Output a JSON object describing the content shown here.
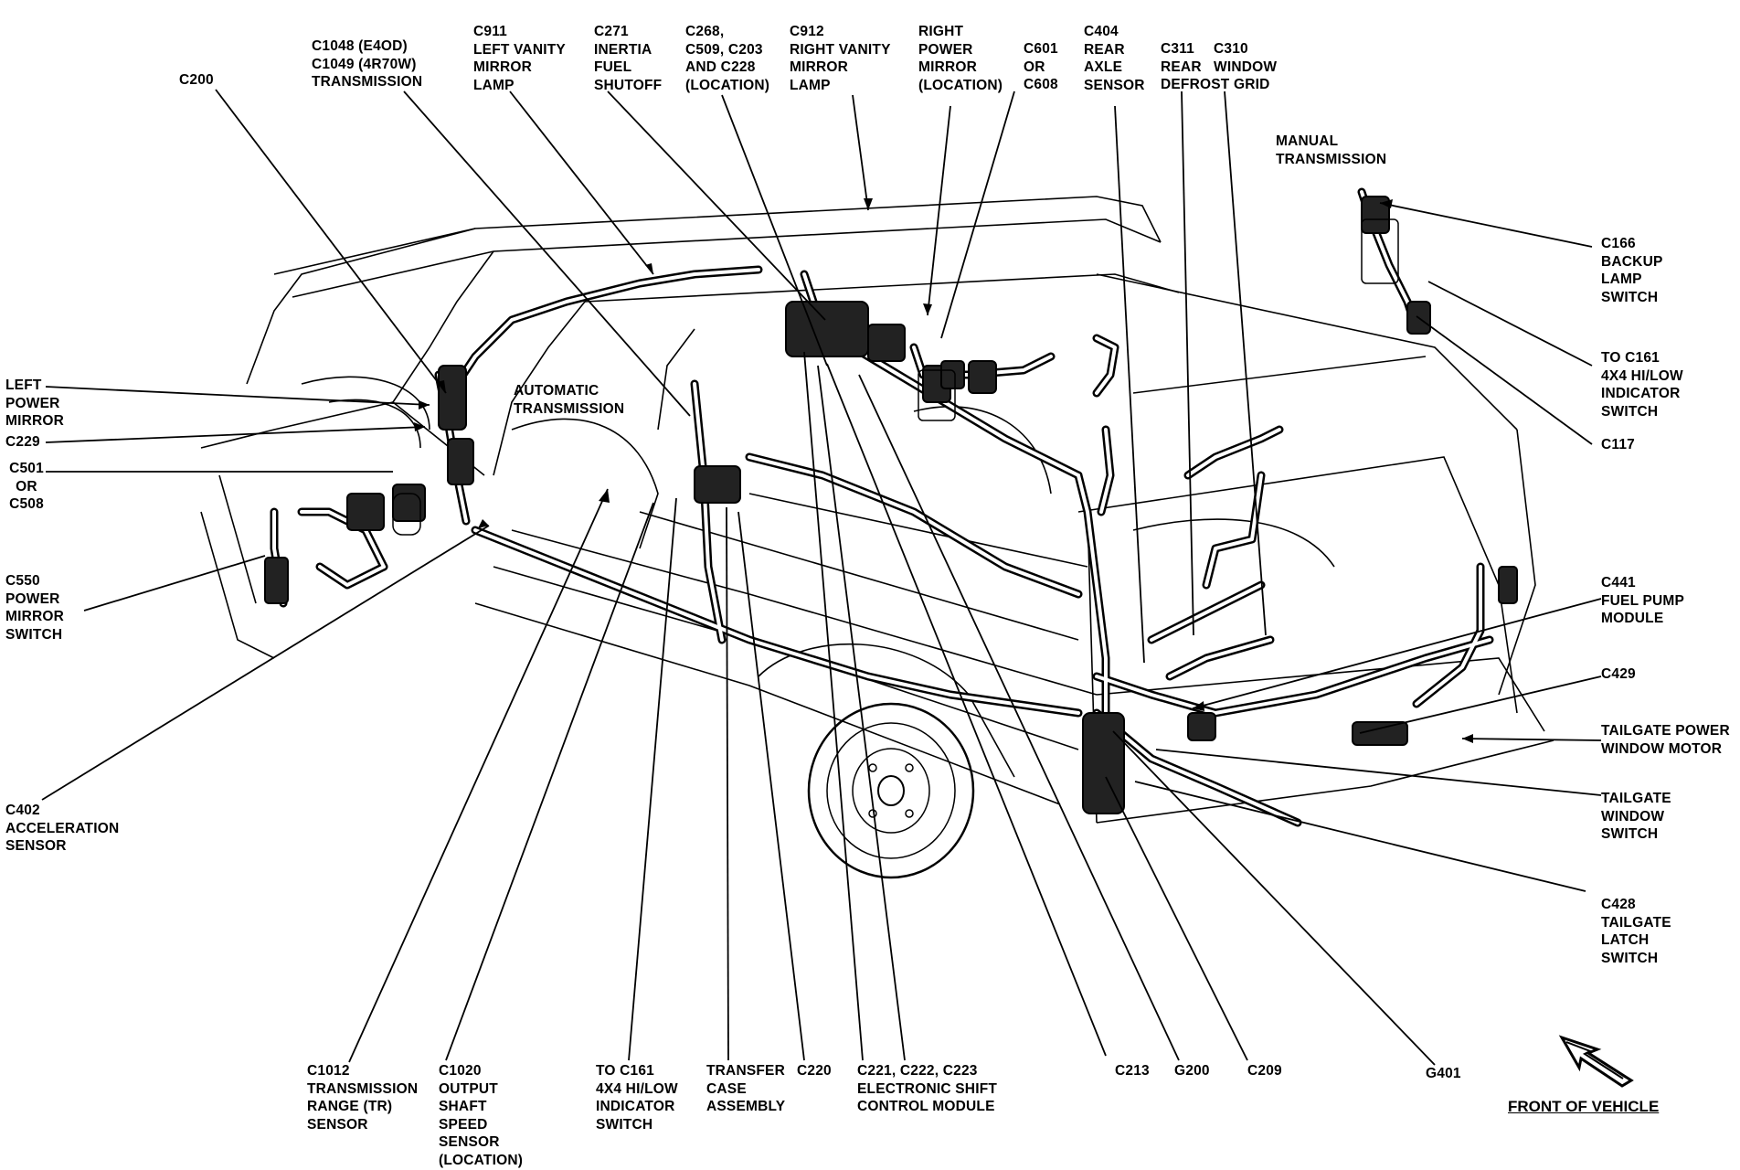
{
  "labels": {
    "c200": "C200",
    "c1048": "C1048 (E4OD)\nC1049 (4R70W)\nTRANSMISSION",
    "c911": "C911\nLEFT VANITY\nMIRROR\nLAMP",
    "c271": "C271\nINERTIA\nFUEL\nSHUTOFF",
    "c268": "C268,\nC509, C203\nAND C228\n(LOCATION)",
    "c912": "C912\nRIGHT VANITY\nMIRROR\nLAMP",
    "right_power_mirror": "RIGHT\nPOWER\nMIRROR\n(LOCATION)",
    "c601": "C601\nOR\nC608",
    "c404": "C404\nREAR\nAXLE\nSENSOR",
    "c311": "C311\nREAR\nDEFROST GRID",
    "c310": "C310\nWINDOW",
    "manual_transmission": "MANUAL\nTRANSMISSION",
    "c166": "C166\nBACKUP\nLAMP\nSWITCH",
    "to_c161_right": "TO C161\n4X4 HI/LOW\nINDICATOR\nSWITCH",
    "c117": "C117",
    "left_power_mirror": "LEFT\nPOWER\nMIRROR",
    "c229": "C229",
    "c501": "C501\nOR\nC508",
    "automatic_transmission": "AUTOMATIC\nTRANSMISSION",
    "c550": "C550\nPOWER\nMIRROR\nSWITCH",
    "c441": "C441\nFUEL PUMP\nMODULE",
    "c429": "C429",
    "tailgate_power_window_motor": "TAILGATE POWER\nWINDOW MOTOR",
    "tailgate_window_switch": "TAILGATE\nWINDOW\nSWITCH",
    "c428": "C428\nTAILGATE\nLATCH\nSWITCH",
    "c402": "C402\nACCELERATION\nSENSOR",
    "c1012": "C1012\nTRANSMISSION\nRANGE (TR)\nSENSOR",
    "c1020": "C1020\nOUTPUT\nSHAFT\nSPEED\nSENSOR\n(LOCATION)",
    "to_c161_bottom": "TO C161\n4X4 HI/LOW\nINDICATOR\nSWITCH",
    "transfer_case": "TRANSFER\nCASE\nASSEMBLY",
    "c220": "C220",
    "c221": "C221, C222, C223\nELECTRONIC SHIFT\nCONTROL MODULE",
    "c213": "C213",
    "g200": "G200",
    "c209": "C209",
    "g401": "G401",
    "front_of_vehicle": "FRONT OF VEHICLE"
  }
}
